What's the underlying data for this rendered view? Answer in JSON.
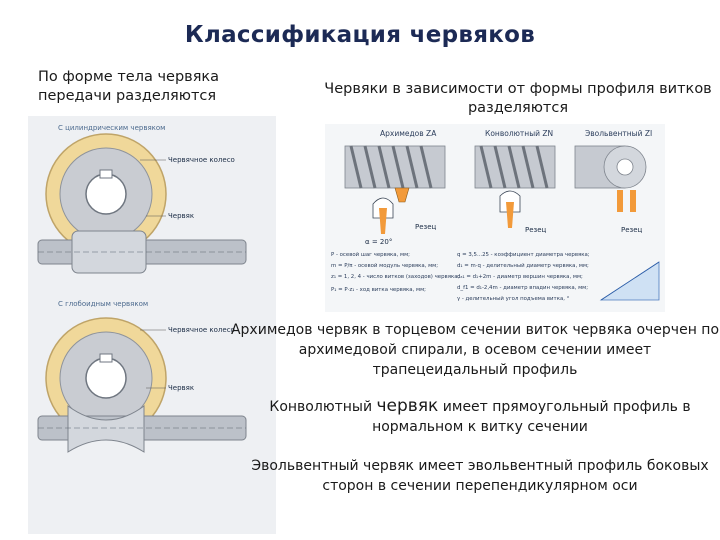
{
  "title": "Классификация червяков",
  "left_intro": "По форме тела червяка передачи разделяются",
  "right_intro": "Червяки в зависимости от формы профиля витков разделяются",
  "left_figure": {
    "cylindrical": {
      "caption": "С цилиндрическим червяком",
      "label_wheel": "Червячное колесо",
      "label_worm": "Червяк"
    },
    "globoid": {
      "caption": "С глобоидным червяком",
      "label_wheel": "Червячное колесо",
      "label_worm": "Червяк"
    }
  },
  "right_figure": {
    "types": [
      {
        "name": "Архимедов ZA",
        "cutter": "Резец"
      },
      {
        "name": "Конволютный ZN",
        "cutter": "Резец"
      },
      {
        "name": "Эвольвентный ZI",
        "cutter": "Резец"
      }
    ],
    "angle_label": "α = 20°",
    "formulas_left": [
      "P - осевой шаг червяка, мм;",
      "m = P/π - осевой модуль червяка, мм;",
      "z₁ = 1, 2, 4 - число витков (заходов) червяка;",
      "P₁ = P·z₁ - ход витка червяка, мм;"
    ],
    "formulas_right": [
      "q = 3,5...25 - коэффициент диаметра червяка;",
      "d₁ = m·q - делительный диаметр червяка, мм;",
      "dₐ₁ = d₁+2m - диаметр вершин червяка, мм;",
      "d_f1 = d₁-2,4m - диаметр впадин червяка, мм;",
      "γ - делительный угол подъема витка, °"
    ]
  },
  "paragraphs": {
    "p1": "Архимедов червяк в торцевом сечении виток червяка очерчен по архимедовой спирали, в осевом сечении имеет трапецеидальный профиль",
    "p2_before": "Конволютный ",
    "p2_big": "червяк",
    "p2_after": " имеет прямоугольный профиль в нормальном к витку сечении",
    "p3": "Эвольвентный червяк имеет эвольвентный профиль боковых сторон в сечении перепендикулярном оси"
  },
  "colors": {
    "title": "#1c2a55",
    "gear": "#f0d89a",
    "metal": "#c8ccd4",
    "accent": "#f29a3a"
  }
}
